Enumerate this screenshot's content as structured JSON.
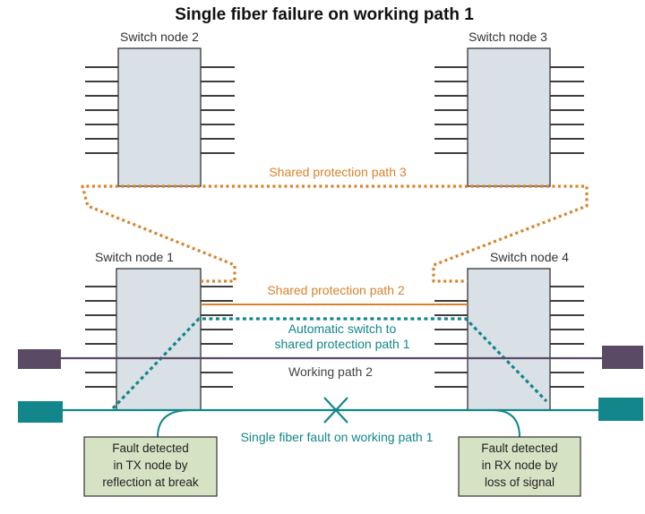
{
  "title": "Single fiber failure on working path 1",
  "nodes": {
    "node2": "Switch node 2",
    "node3": "Switch node 3",
    "node1": "Switch node 1",
    "node4": "Switch node 4"
  },
  "paths": {
    "shared3": "Shared protection path 3",
    "shared2": "Shared protection path 2",
    "auto_switch_line1": "Automatic switch to",
    "auto_switch_line2": "shared protection path 1",
    "working2": "Working path 2",
    "fault": "Single fiber fault on working path 1"
  },
  "boxes": {
    "tx": [
      "Fault detected",
      "in TX node by",
      "reflection at break"
    ],
    "rx": [
      "Fault detected",
      "in RX node by",
      "loss of signal"
    ]
  },
  "colors": {
    "orange": "#d9822b",
    "teal": "#12868a",
    "purple": "#5a4a66",
    "node_fill": "#d9e0e6",
    "note_fill": "#d6e2c4"
  }
}
